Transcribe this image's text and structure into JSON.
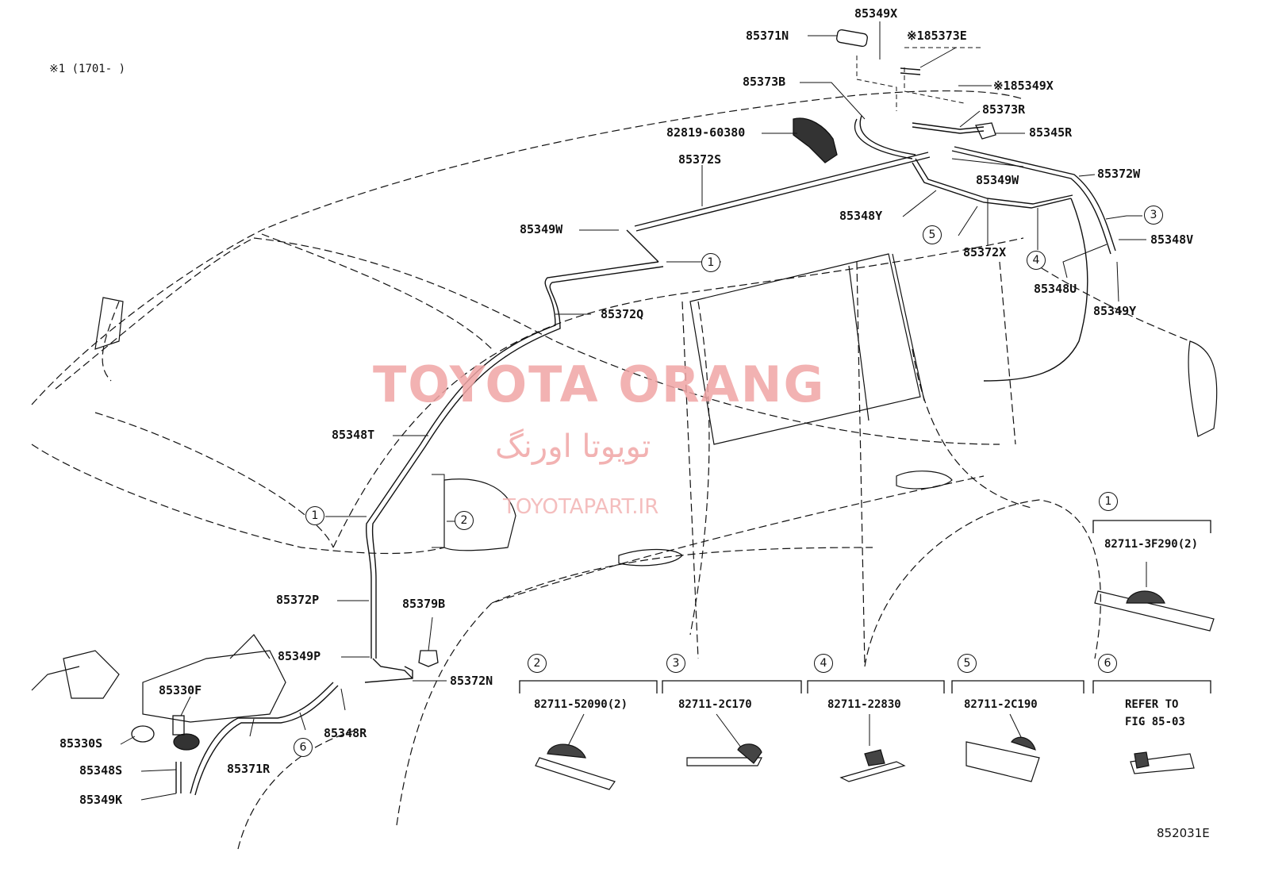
{
  "note": "※1 (1701-     )",
  "diagram_id": "852031E",
  "watermark": {
    "english": "TOYOTA ORANG",
    "persian": "تویوتا اورنگ",
    "url": "TOYOTAPART.IR"
  },
  "labels": {
    "p85349X_top": "85349X",
    "p85371N": "85371N",
    "p85373E": "※185373E",
    "p85349X_r": "※185349X",
    "p85373B": "85373B",
    "p85373R": "85373R",
    "p82819": "82819-60380",
    "p85345R": "85345R",
    "p85372S": "85372S",
    "p85372W": "85372W",
    "p85349W_r": "85349W",
    "p85348Y": "85348Y",
    "p85349W_l": "85349W",
    "p85348V": "85348V",
    "p85372X": "85372X",
    "p85348U": "85348U",
    "p85349Y": "85349Y",
    "p85372Q": "85372Q",
    "p85348T": "85348T",
    "p85372P": "85372P",
    "p85379B": "85379B",
    "p85349P": "85349P",
    "p85372N": "85372N",
    "p85330F": "85330F",
    "p85330S": "85330S",
    "p85348R": "85348R",
    "p85348S": "85348S",
    "p85371R": "85371R",
    "p85349K": "85349K"
  },
  "callouts": {
    "c1a": "1",
    "c1b": "1",
    "c2": "2",
    "c3": "3",
    "c4": "4",
    "c5": "5",
    "c6": "6"
  },
  "clip_boxes": [
    {
      "num": "1",
      "part": "82711-3F290(2)"
    },
    {
      "num": "2",
      "part": "82711-52090(2)"
    },
    {
      "num": "3",
      "part": "82711-2C170"
    },
    {
      "num": "4",
      "part": "82711-22830"
    },
    {
      "num": "5",
      "part": "82711-2C190"
    },
    {
      "num": "6",
      "part": "REFER TO",
      "part2": "FIG 85-03"
    }
  ]
}
